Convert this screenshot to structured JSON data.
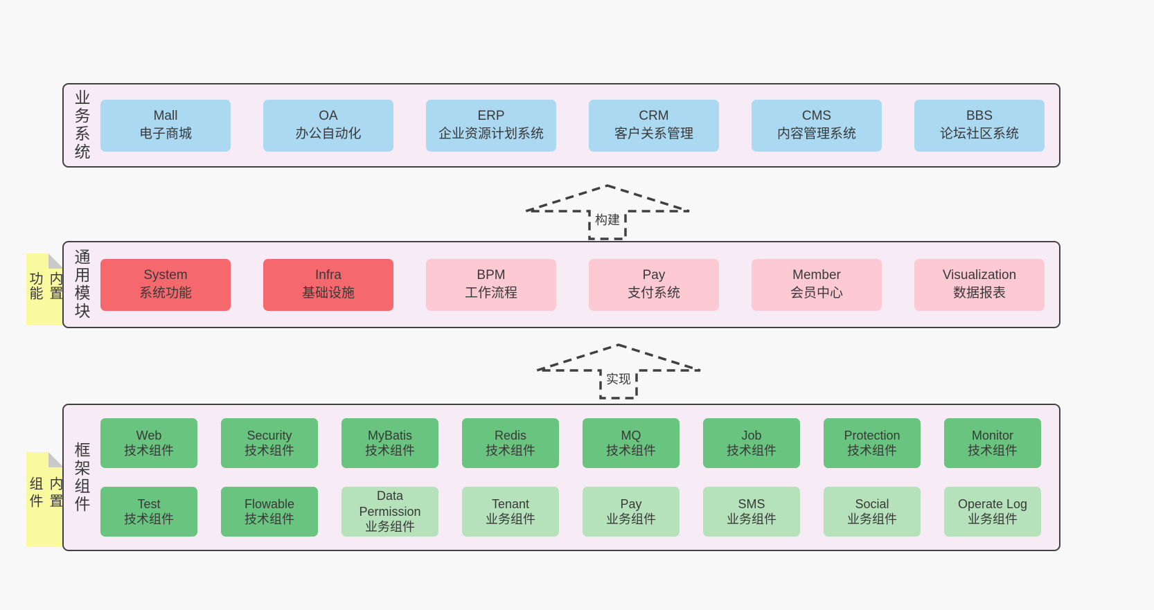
{
  "colors": {
    "pageBg": "#f8f8f8",
    "panel": "#f7ecf5",
    "line": "#404040",
    "text": "#383838",
    "blue": "#abd9f2",
    "red": "#f5696e",
    "pink": "#fdc9d3",
    "green": "#68c47e",
    "greenLight": "#b6e2bb",
    "sticky": "#f9f9a0",
    "fold": "#c9c9c9"
  },
  "layers": [
    {
      "label": "业务系统",
      "boxes": [
        {
          "name": "Mall",
          "subtitle": "电子商城"
        },
        {
          "name": "OA",
          "subtitle": "办公自动化"
        },
        {
          "name": "ERP",
          "subtitle": "企业资源计划系统"
        },
        {
          "name": "CRM",
          "subtitle": "客户关系管理"
        },
        {
          "name": "CMS",
          "subtitle": "内容管理系统"
        },
        {
          "name": "BBS",
          "subtitle": "论坛社区系统"
        }
      ]
    },
    {
      "label": "通用模块",
      "sticky": "内置功能",
      "boxes": [
        {
          "name": "System",
          "subtitle": "系统功能"
        },
        {
          "name": "Infra",
          "subtitle": "基础设施"
        },
        {
          "name": "BPM",
          "subtitle": "工作流程"
        },
        {
          "name": "Pay",
          "subtitle": "支付系统"
        },
        {
          "name": "Member",
          "subtitle": "会员中心"
        },
        {
          "name": "Visualization",
          "subtitle": "数据报表"
        }
      ]
    },
    {
      "label": "框架组件",
      "sticky": "内置组件",
      "rows": [
        [
          {
            "name": "Web",
            "subtitle": "技术组件"
          },
          {
            "name": "Security",
            "subtitle": "技术组件"
          },
          {
            "name": "MyBatis",
            "subtitle": "技术组件"
          },
          {
            "name": "Redis",
            "subtitle": "技术组件"
          },
          {
            "name": "MQ",
            "subtitle": "技术组件"
          },
          {
            "name": "Job",
            "subtitle": "技术组件"
          },
          {
            "name": "Protection",
            "subtitle": "技术组件"
          },
          {
            "name": "Monitor",
            "subtitle": "技术组件"
          }
        ],
        [
          {
            "name": "Test",
            "subtitle": "技术组件"
          },
          {
            "name": "Flowable",
            "subtitle": "技术组件"
          },
          {
            "name": "Data Permission",
            "subtitle": "业务组件"
          },
          {
            "name": "Tenant",
            "subtitle": "业务组件"
          },
          {
            "name": "Pay",
            "subtitle": "业务组件"
          },
          {
            "name": "SMS",
            "subtitle": "业务组件"
          },
          {
            "name": "Social",
            "subtitle": "业务组件"
          },
          {
            "name": "Operate Log",
            "subtitle": "业务组件"
          }
        ]
      ]
    }
  ],
  "arrows": [
    {
      "label": "构建"
    },
    {
      "label": "实现"
    }
  ]
}
